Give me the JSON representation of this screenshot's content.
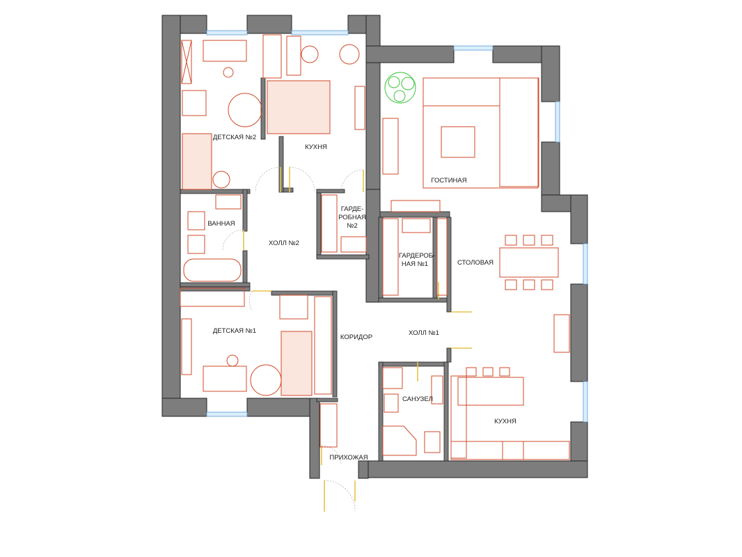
{
  "rooms": {
    "child2": "ДЕТСКАЯ №2",
    "kitchen_small": "КУХНЯ",
    "living": "ГОСТИНАЯ",
    "wardrobe2_a": "ГАРДЕ-",
    "wardrobe2_b": "РОБНАЯ",
    "wardrobe2_c": "№2",
    "bath": "ВАННАЯ",
    "hall2": "ХОЛЛ №2",
    "wardrobe1_a": "ГАРДЕРОБ-",
    "wardrobe1_b": "НАЯ №1",
    "dining": "СТОЛОВАЯ",
    "child1": "ДЕТСКАЯ №1",
    "corridor": "КОРИДОР",
    "hall1": "ХОЛЛ №1",
    "wc": "САНУЗЕЛ",
    "kitchen": "КУХНЯ",
    "entrance": "ПРИХОЖАЯ"
  },
  "colors": {
    "wall": "#7d7d7d",
    "furniture": "#d14a2a",
    "door": "#e6c34a",
    "window": "#5a9ad4",
    "plant": "#3cc43c"
  }
}
